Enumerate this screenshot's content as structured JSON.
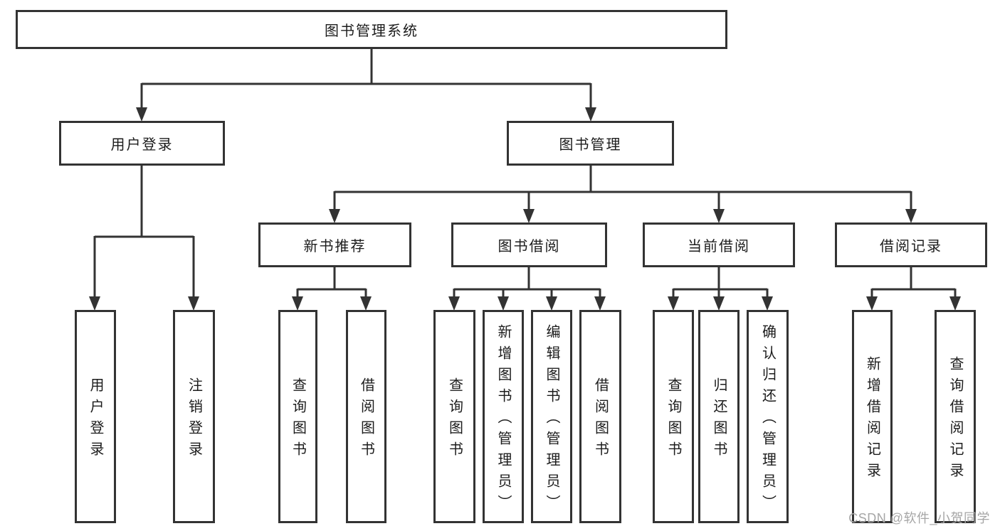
{
  "tree": {
    "root": {
      "label": "图书管理系统"
    },
    "branches": [
      {
        "label": "用户登录",
        "children": [
          {
            "label": "用户登录"
          },
          {
            "label": "注销登录"
          }
        ]
      },
      {
        "label": "图书管理",
        "children": [
          {
            "label": "新书推荐",
            "children": [
              {
                "label": "查询图书"
              },
              {
                "label": "借阅图书"
              }
            ]
          },
          {
            "label": "图书借阅",
            "children": [
              {
                "label": "查询图书"
              },
              {
                "label": "新增图书（管理员）"
              },
              {
                "label": "编辑图书（管理员）"
              },
              {
                "label": "借阅图书"
              }
            ]
          },
          {
            "label": "当前借阅",
            "children": [
              {
                "label": "查询图书"
              },
              {
                "label": "归还图书"
              },
              {
                "label": "确认归还（管理员）"
              }
            ]
          },
          {
            "label": "借阅记录",
            "children": [
              {
                "label": "新增借阅记录"
              },
              {
                "label": "查询借阅记录"
              }
            ]
          }
        ]
      }
    ]
  },
  "colors": {
    "line": "#333333",
    "text": "#1c1c1c",
    "watermark": "#a6a6a6"
  },
  "watermark": {
    "text": "CSDN @软件_小贺同学"
  }
}
